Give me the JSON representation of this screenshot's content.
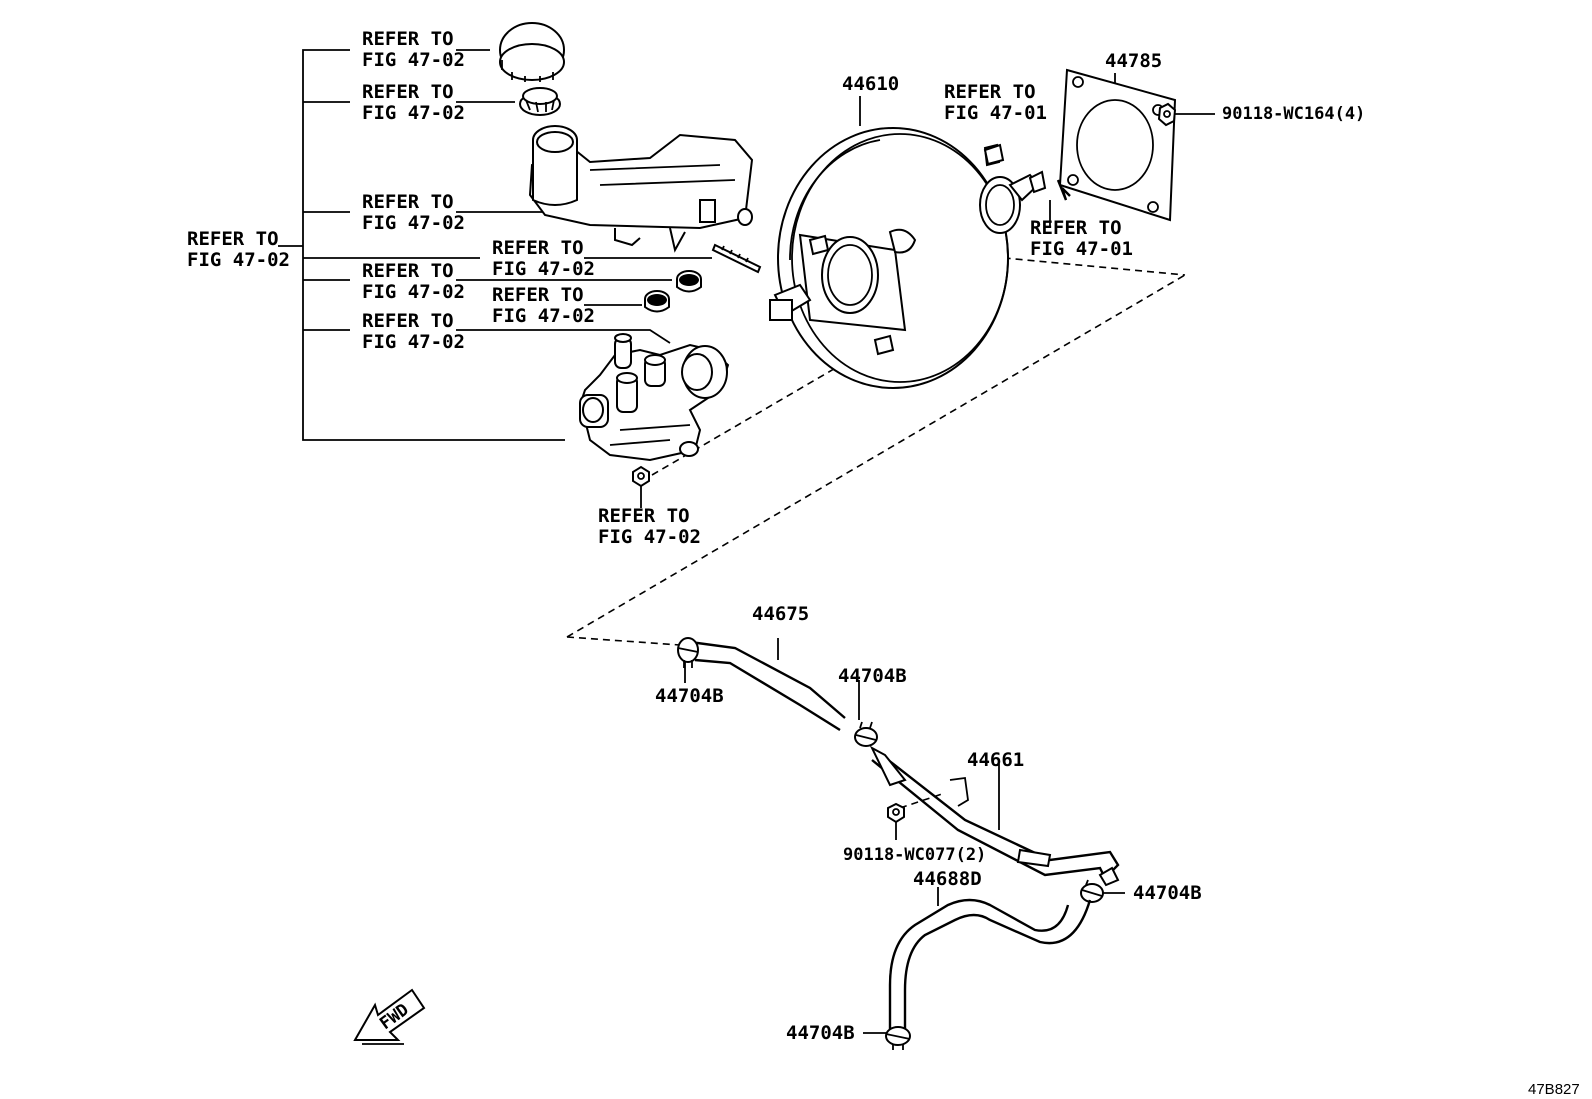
{
  "refer_labels": {
    "cap": [
      "REFER TO",
      "FIG 47-02"
    ],
    "strainer": [
      "REFER TO",
      "FIG 47-02"
    ],
    "reservoir": [
      "REFER TO",
      "FIG 47-02"
    ],
    "group": [
      "REFER TO",
      "FIG 47-02"
    ],
    "pin": [
      "REFER TO",
      "FIG 47-02"
    ],
    "grommet_a": [
      "REFER TO",
      "FIG 47-02"
    ],
    "grommet_b": [
      "REFER TO",
      "FIG 47-02"
    ],
    "cylinder": [
      "REFER TO",
      "FIG 47-02"
    ],
    "nut": [
      "REFER TO",
      "FIG 47-02"
    ],
    "clevis": [
      "REFER TO",
      "FIG 47-01"
    ],
    "clip": [
      "REFER TO",
      "FIG 47-01"
    ]
  },
  "part_numbers": {
    "booster": "44610",
    "gasket": "44785",
    "gasket_nut": "90118-WC164(4)",
    "hose_upper": "44675",
    "clamp_a": "44704B",
    "clamp_b": "44704B",
    "pipe": "44661",
    "pipe_nut": "90118-WC077(2)",
    "hose_lower": "44688D",
    "clamp_c": "44704B",
    "clamp_d": "44704B"
  },
  "fwd_label": "FWD",
  "figure_id": "47B827",
  "colors": {
    "line": "#000000",
    "background": "#ffffff"
  }
}
